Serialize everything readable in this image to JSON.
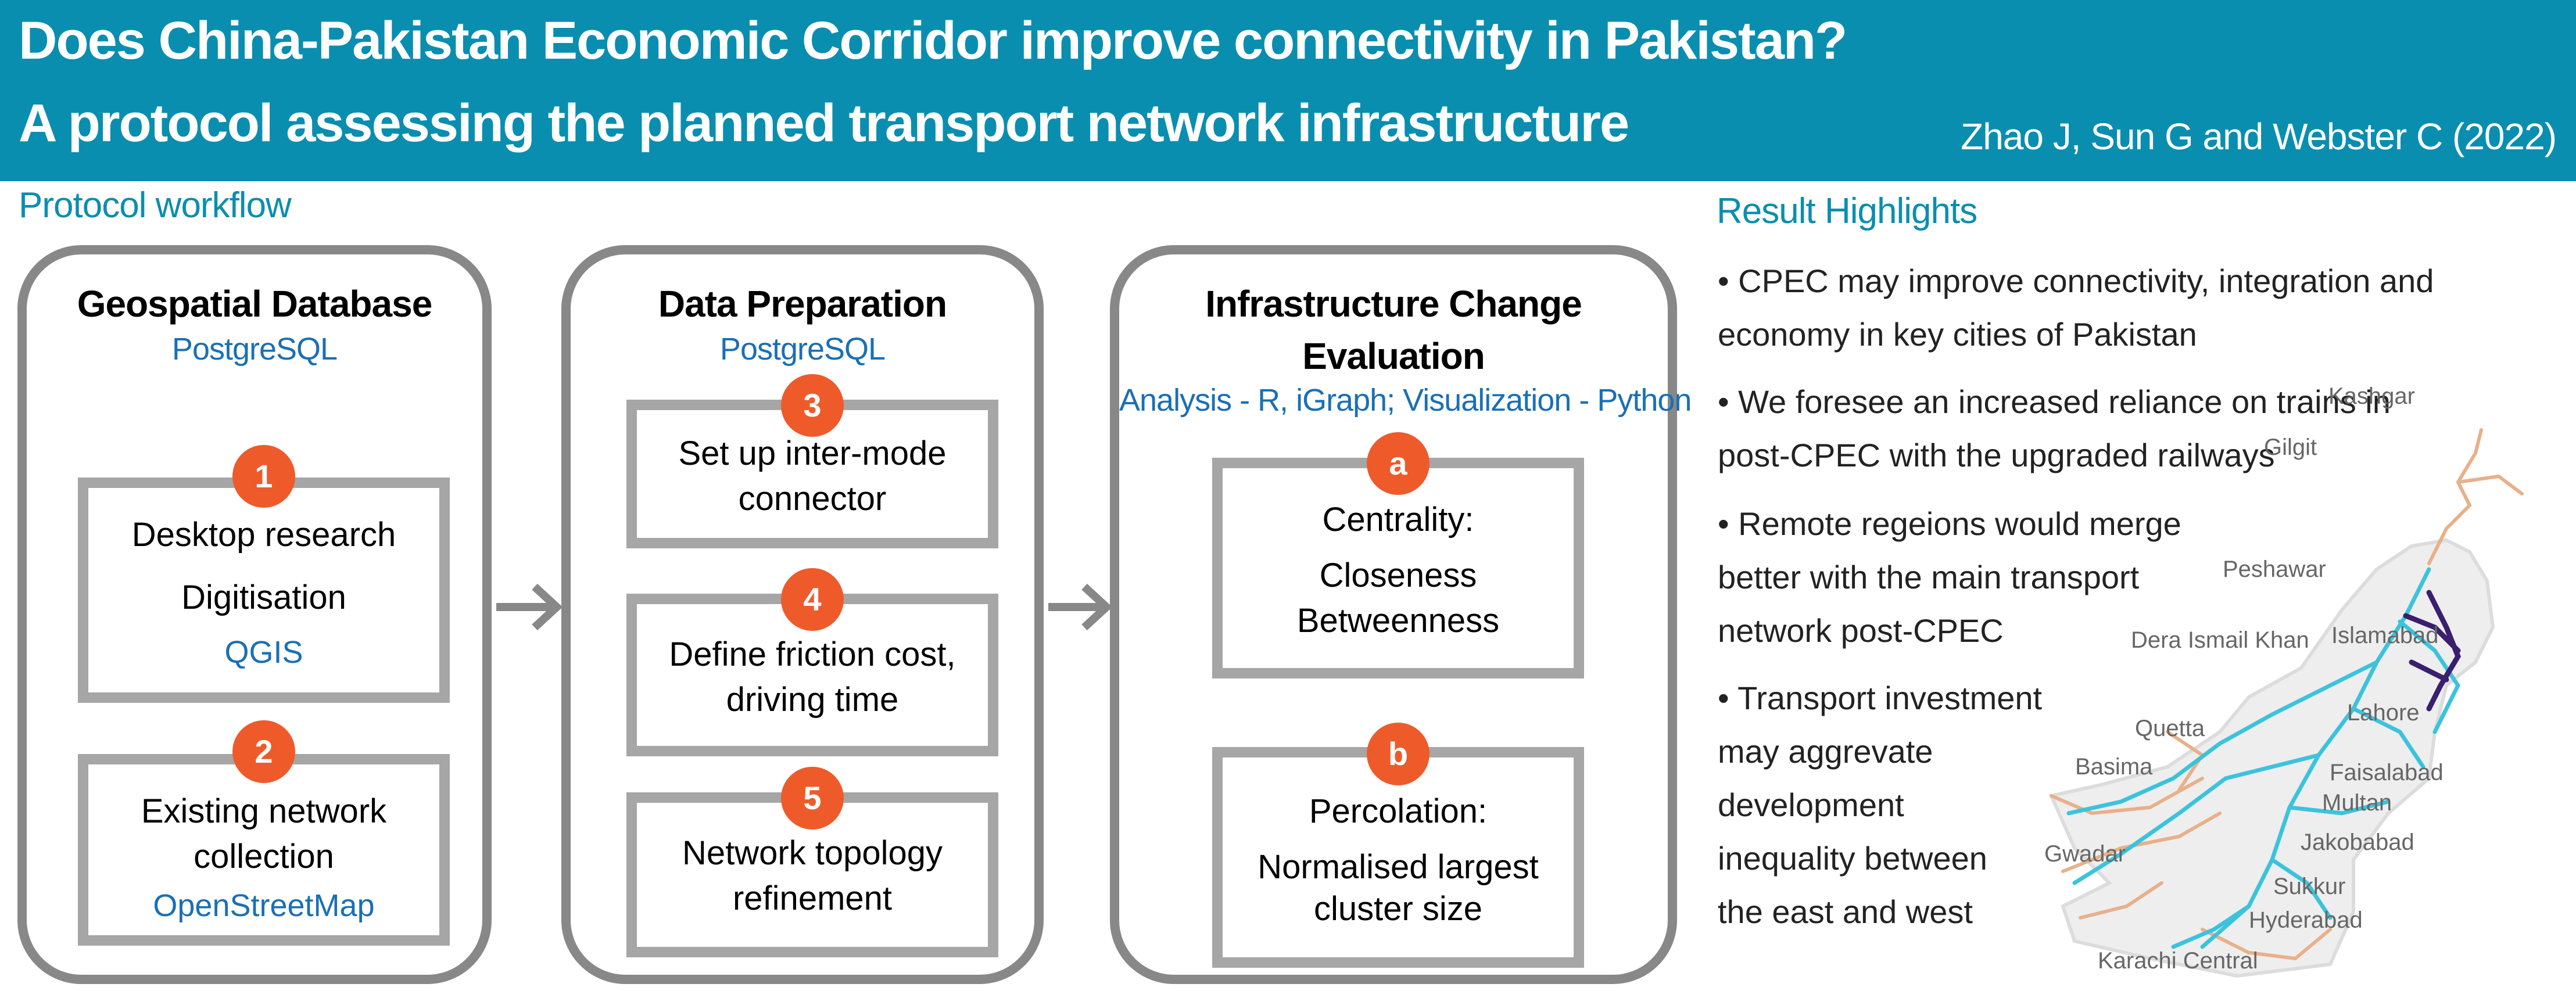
{
  "header": {
    "title_line1": "Does China-Pakistan Economic Corridor improve connectivity in Pakistan?",
    "title_line2": "A protocol assessing the planned transport network infrastructure",
    "citation": "Zhao J, Sun G and Webster C (2022)"
  },
  "workflow": {
    "label": "Protocol workflow",
    "columns": [
      {
        "title": "Geospatial Database",
        "subtitle": "PostgreSQL",
        "steps": [
          {
            "badge": "1",
            "line1": "Desktop research",
            "line2": "Digitisation",
            "link": "QGIS"
          },
          {
            "badge": "2",
            "line1": "Existing network",
            "line2": "collection",
            "link": "OpenStreetMap"
          }
        ]
      },
      {
        "title": "Data Preparation",
        "subtitle": "PostgreSQL",
        "steps": [
          {
            "badge": "3",
            "line1": "Set up inter-mode",
            "line2": "connector"
          },
          {
            "badge": "4",
            "line1": "Define friction cost,",
            "line2": "driving time"
          },
          {
            "badge": "5",
            "line1": "Network topology",
            "line2": "refinement"
          }
        ]
      },
      {
        "title_line1": "Infrastructure Change",
        "title_line2": "Evaluation",
        "subtitle": "Analysis - R, iGraph; Visualization - Python",
        "steps": [
          {
            "badge": "a",
            "line1": "Centrality:",
            "line2": "Closeness",
            "line3": "Betweenness"
          },
          {
            "badge": "b",
            "line1": "Percolation:",
            "line2": "Normalised largest",
            "line3": "cluster size"
          }
        ]
      }
    ]
  },
  "results": {
    "label": "Result Highlights",
    "bullets": [
      {
        "line1": "• CPEC may improve connectivity, integration and",
        "line2": "economy in key cities of Pakistan"
      },
      {
        "line1": "• We foresee an increased reliance on trains in",
        "line2": "post-CPEC with the upgraded railways"
      },
      {
        "line1": "• Remote regeions would merge",
        "line2": "better with the main transport",
        "line3": "network post-CPEC"
      },
      {
        "line1": "• Transport investment",
        "line2": "may aggrevate",
        "line3": "development",
        "line4": "inequality between",
        "line5": "the east and west"
      }
    ]
  },
  "map": {
    "cities": [
      "Kashgar",
      "Gilgit",
      "Peshawar",
      "Islamabad",
      "Dera Ismail Khan",
      "Lahore",
      "Quetta",
      "Faisalabad",
      "Basima",
      "Multan",
      "Gwadar",
      "Jakobabad",
      "Sukkur",
      "Hyderabad",
      "Karachi Central"
    ],
    "colors": {
      "existing": "#e8b08a",
      "planned": "#3cc3dc",
      "central": "#3a1f6e",
      "land": "#eeeeee"
    }
  },
  "colors": {
    "header": "#0a8eb0",
    "badge": "#ef5a2a",
    "link": "#1a6fb5",
    "frame": "#888888",
    "box": "#a6a6a6"
  }
}
